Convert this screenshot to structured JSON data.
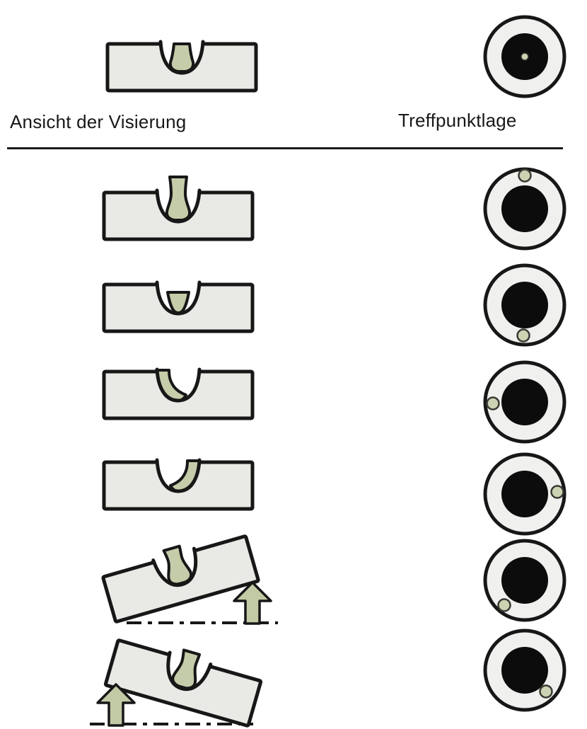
{
  "header": {
    "left_label": "Ansicht der Visierung",
    "right_label": "Treffpunktlage"
  },
  "reference": {
    "name": "correct-sight-picture",
    "sight_variant": "correct",
    "hit_position": "center",
    "hit_dx": 0,
    "hit_dy": 0,
    "hit_dot_radius": 5
  },
  "rows": [
    {
      "name": "front-sight-too-high",
      "sight_variant": "high",
      "hit_position": "top",
      "hit_dx": 0,
      "hit_dy": -47,
      "hit_dot_radius": 8.5
    },
    {
      "name": "front-sight-too-low",
      "sight_variant": "low",
      "hit_position": "bottom",
      "hit_dx": -2,
      "hit_dy": 43,
      "hit_dot_radius": 8.5
    },
    {
      "name": "front-sight-pressed-left",
      "sight_variant": "left",
      "hit_position": "left",
      "hit_dx": -45,
      "hit_dy": 2,
      "hit_dot_radius": 8.5
    },
    {
      "name": "front-sight-pressed-right",
      "sight_variant": "right",
      "hit_position": "right",
      "hit_dx": 46,
      "hit_dy": -3,
      "hit_dot_radius": 8.5
    },
    {
      "name": "sight-canted-right-side-up",
      "sight_variant": "cant_right_up",
      "hit_position": "bottom-left",
      "hit_dx": -29,
      "hit_dy": 35,
      "hit_dot_radius": 8.5
    },
    {
      "name": "sight-canted-left-side-up",
      "sight_variant": "cant_left_up",
      "hit_position": "bottom-right",
      "hit_dx": 30,
      "hit_dy": 30,
      "hit_dot_radius": 8.5
    }
  ],
  "colors": {
    "ink": "#171717",
    "background": "#ffffff",
    "sight_body": "#e9e9e6",
    "front_sight_green": "#c5ccaa",
    "hit_dot_green": "#ccd3b2",
    "hit_dot_ring": "#3a3a35",
    "target_face": "#f0f0ee",
    "target_black": "#0c0c0c",
    "arrow_green": "#c1caa5"
  }
}
